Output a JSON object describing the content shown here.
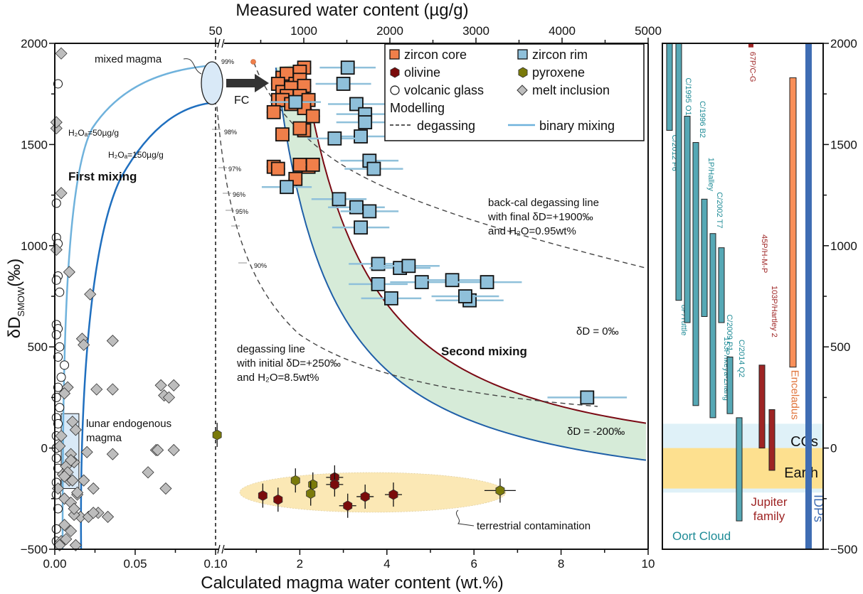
{
  "chart_data": [
    {
      "type": "scatter",
      "title": "",
      "xlabel": "Calculated magma water content (wt.%)",
      "x2label": "Measured water content (µg/g)",
      "ylabel": "δD",
      "ylabel_sub": "SMOW",
      "ylabel_unit": "(‰)",
      "ylim": [
        -500,
        2000
      ],
      "y_ticks": [
        -500,
        0,
        500,
        1000,
        1500,
        2000
      ],
      "x_segments": [
        {
          "range": [
            0,
            0.1
          ],
          "ticks": [
            "0.00",
            "0.05",
            "0.10"
          ]
        },
        {
          "range": [
            0.1,
            10
          ],
          "ticks": [
            "2",
            "4",
            "6",
            "8",
            "10"
          ]
        }
      ],
      "x2_ticks": [
        "50",
        "1000",
        "2000",
        "3000",
        "4000",
        "5000"
      ],
      "axis_break": true,
      "grid": false,
      "legend": {
        "position": "top-right",
        "entries": [
          {
            "label": "zircon core",
            "marker": "square",
            "color": "#f07f4a"
          },
          {
            "label": "zircon rim",
            "marker": "square",
            "color": "#8fc0da"
          },
          {
            "label": "olivine",
            "marker": "hexagon",
            "color": "#7a0b0b"
          },
          {
            "label": "pyroxene",
            "marker": "hexagon",
            "color": "#7a7a0a"
          },
          {
            "label": "volcanic glass",
            "marker": "circle",
            "color": "#ffffff"
          },
          {
            "label": "melt inclusion",
            "marker": "diamond",
            "color": "#bdbdbd"
          }
        ],
        "modelling_title": "Modelling",
        "modelling": [
          {
            "label": "degassing",
            "style": "dashed"
          },
          {
            "label": "binary mixing",
            "style": "solid"
          }
        ]
      },
      "series": [
        {
          "name": "zircon core",
          "x_wt": [
            2.1,
            2.0,
            1.6,
            1.7,
            1.9,
            2.0,
            1.5,
            1.6,
            1.8,
            2.1,
            1.7,
            2.0,
            1.5,
            1.6,
            1.8,
            2.2,
            1.4,
            2.1,
            2.3,
            1.6,
            2.1,
            2.0,
            2.2,
            2.0,
            1.4,
            1.5,
            1.9,
            2.3
          ],
          "y": [
            1880,
            1860,
            1830,
            1850,
            1800,
            1820,
            1800,
            1760,
            1780,
            1790,
            1740,
            1740,
            1720,
            1720,
            1700,
            1720,
            1660,
            1680,
            1640,
            1550,
            1570,
            1580,
            1390,
            1400,
            1390,
            1380,
            1330,
            1400
          ]
        },
        {
          "name": "zircon rim",
          "x_wt": [
            3.1,
            3.0,
            1.9,
            3.3,
            3.5,
            3.5,
            3.4,
            2.8,
            3.6,
            1.7,
            2.9,
            3.3,
            3.6,
            3.4,
            3.7,
            3.8,
            4.3,
            4.5,
            4.8,
            5.5,
            5.9,
            6.3,
            5.8,
            3.8,
            4.1,
            8.6
          ],
          "y": [
            1880,
            1800,
            1710,
            1700,
            1650,
            1610,
            1540,
            1530,
            1420,
            1290,
            1230,
            1190,
            1170,
            1090,
            1380,
            910,
            890,
            900,
            820,
            830,
            730,
            820,
            750,
            810,
            740,
            250
          ]
        },
        {
          "name": "olivine",
          "x_wt": [
            1.15,
            1.5,
            2.8,
            2.8,
            3.1,
            3.5,
            4.15
          ],
          "y": [
            -235,
            -255,
            -145,
            -180,
            -285,
            -240,
            -230
          ]
        },
        {
          "name": "pyroxene",
          "x_wt": [
            0.101,
            1.9,
            2.3,
            2.25,
            6.6
          ],
          "y": [
            65,
            -160,
            -180,
            -225,
            -210
          ]
        },
        {
          "name": "volcanic glass",
          "x_wt": [
            0.002,
            0.001,
            0.001,
            0.002,
            0.002,
            0.001,
            0.003,
            0.001,
            0.002,
            0.001,
            0.003,
            0.002,
            0.006,
            0.004,
            0.002,
            0.001,
            0.003,
            0.001,
            0.002,
            0.001,
            0.001,
            0.001,
            0.002,
            0.001,
            0.001,
            0.002,
            0.001,
            0.001
          ],
          "y": [
            1800,
            1210,
            1040,
            1010,
            850,
            830,
            770,
            610,
            590,
            560,
            500,
            450,
            410,
            350,
            300,
            250,
            200,
            150,
            120,
            60,
            0,
            -50,
            -100,
            -170,
            -230,
            -300,
            -400,
            -460
          ]
        },
        {
          "name": "melt inclusion",
          "x_wt": [
            0.004,
            0.001,
            0.001,
            0.004,
            0.001,
            0.009,
            0.022,
            0.017,
            0.018,
            0.036,
            0.026,
            0.036,
            0.066,
            0.074,
            0.068,
            0.071,
            0.074,
            0.058,
            0.063,
            0.069,
            0.064,
            0.008,
            0.006,
            0.011,
            0.013,
            0.004,
            0.003,
            0.01,
            0.012,
            0.007,
            0.005,
            0.009,
            0.002,
            0.006,
            0.011,
            0.016,
            0.021,
            0.02,
            0.024,
            0.033,
            0.027,
            0.024,
            0.036,
            0.018,
            0.01,
            0.014,
            0.012,
            0.008,
            0.006,
            0.01,
            0.013,
            0.004,
            0.007,
            0.003,
            0.014,
            0.012,
            0.01,
            0.006
          ],
          "y": [
            1950,
            1580,
            1610,
            1260,
            980,
            870,
            760,
            540,
            510,
            530,
            290,
            290,
            310,
            310,
            260,
            250,
            -10,
            -120,
            -10,
            -200,
            -10,
            300,
            270,
            130,
            90,
            60,
            10,
            -30,
            -70,
            -90,
            -130,
            -160,
            -200,
            -250,
            -160,
            -340,
            -340,
            -20,
            -200,
            -340,
            -320,
            -320,
            -30,
            -160,
            -270,
            -230,
            -330,
            -120,
            -380,
            -410,
            -480,
            -460,
            -450,
            -480,
            -220,
            -300,
            -60,
            -140
          ]
        }
      ],
      "annotations": [
        {
          "text": "mixed magma"
        },
        {
          "text": "FC"
        },
        {
          "text": "H₂Oₐ=50µg/g"
        },
        {
          "text": "H₂Oₐ=150µg/g"
        },
        {
          "text": "First mixing"
        },
        {
          "text": "Second mixing"
        },
        {
          "text": "lunar endogenous"
        },
        {
          "text": "magma"
        },
        {
          "text": "back-cal degassing line"
        },
        {
          "text": "with final δD=+1900‰"
        },
        {
          "text": "and H₂O=0.95wt%"
        },
        {
          "text": "degassing line"
        },
        {
          "text": "with initial δD=+250‰"
        },
        {
          "text": "and H₂O=8.5wt%"
        },
        {
          "text": "δD = 0‰"
        },
        {
          "text": "δD = -200‰"
        },
        {
          "text": "terrestrial contamination"
        }
      ],
      "degassing_percent_labels": [
        "99%",
        "98%",
        "97%",
        "96%",
        "95%",
        "90%"
      ]
    },
    {
      "type": "bar",
      "orientation": "vertical-range",
      "ylim": [
        -500,
        2000
      ],
      "y_ticks": [
        -500,
        0,
        500,
        1000,
        1500,
        2000
      ],
      "bands": [
        {
          "name": "CCs",
          "range": [
            -220,
            120
          ],
          "color": "#dff1f8"
        },
        {
          "name": "Earth",
          "range": [
            -200,
            0
          ],
          "color": "#fde08f"
        }
      ],
      "groups": [
        {
          "name": "Oort Cloud",
          "color": "#56a8b5",
          "text_color": "#1e8b96"
        },
        {
          "name": "Jupiter family",
          "color": "#9e2424",
          "text_color": "#9e2424"
        }
      ],
      "bars": [
        {
          "label": "C/2012 F6",
          "group": "Oort Cloud",
          "range": [
            1570,
            2000
          ],
          "color": "#56a8b5"
        },
        {
          "label": "8P/Tuttle",
          "group": "Oort Cloud",
          "range": [
            730,
            2000
          ],
          "color": "#56a8b5"
        },
        {
          "label": "C/1995 O1",
          "group": "Oort Cloud",
          "range": [
            620,
            1640
          ],
          "color": "#56a8b5"
        },
        {
          "label": "C/1996 B2",
          "group": "Oort Cloud",
          "range": [
            210,
            1510
          ],
          "color": "#56a8b5"
        },
        {
          "label": "1P/Halley",
          "group": "Oort Cloud",
          "range": [
            650,
            1230
          ],
          "color": "#56a8b5"
        },
        {
          "label": "C/2002 T7",
          "group": "Oort Cloud",
          "range": [
            150,
            1060
          ],
          "color": "#56a8b5"
        },
        {
          "label": "153P/Ikeya-Zhang",
          "group": "Oort Cloud",
          "range": [
            620,
            990
          ],
          "color": "#56a8b5"
        },
        {
          "label": "C/2009 P1",
          "group": "Oort Cloud",
          "range": [
            170,
            450
          ],
          "color": "#56a8b5"
        },
        {
          "label": "C/2014 Q2",
          "group": "Oort Cloud",
          "range": [
            -360,
            150
          ],
          "color": "#56a8b5"
        },
        {
          "label": "67P/C-G",
          "group": "Jupiter family",
          "range": [
            1980,
            2000
          ],
          "color": "#9e2424"
        },
        {
          "label": "45P/H-M-P",
          "group": "Jupiter family",
          "range": [
            0,
            410
          ],
          "color": "#9e2424"
        },
        {
          "label": "103P/Hartley 2",
          "group": "Jupiter family",
          "range": [
            -110,
            190
          ],
          "color": "#9e2424"
        },
        {
          "label": "Enceladus",
          "group": "",
          "range": [
            400,
            1830
          ],
          "color": "#f98f59"
        },
        {
          "label": "IDPs",
          "group": "",
          "range": [
            -500,
            2000
          ],
          "color": "#3f6db3"
        }
      ]
    }
  ]
}
